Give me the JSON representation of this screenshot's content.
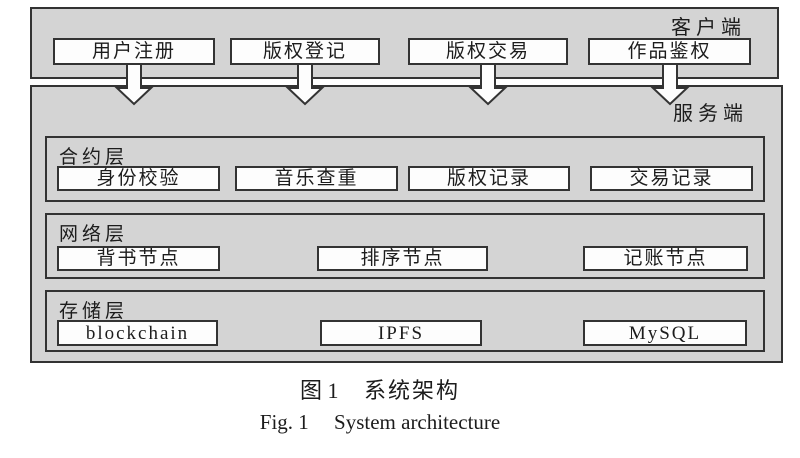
{
  "figure": {
    "client": {
      "label": "客户端",
      "items": [
        {
          "label": "用户注册"
        },
        {
          "label": "版权登记"
        },
        {
          "label": "版权交易"
        },
        {
          "label": "作品鉴权"
        }
      ]
    },
    "server": {
      "label": "服务端",
      "layers": [
        {
          "label": "合约层",
          "items": [
            {
              "label": "身份校验"
            },
            {
              "label": "音乐查重"
            },
            {
              "label": "版权记录"
            },
            {
              "label": "交易记录"
            }
          ]
        },
        {
          "label": "网络层",
          "items": [
            {
              "label": "背书节点"
            },
            {
              "label": "排序节点"
            },
            {
              "label": "记账节点"
            }
          ]
        },
        {
          "label": "存储层",
          "items": [
            {
              "label": "blockchain"
            },
            {
              "label": "IPFS"
            },
            {
              "label": "MySQL"
            }
          ]
        }
      ]
    },
    "arrows": {
      "count": 4,
      "direction": "down"
    },
    "caption": {
      "cn_fig": "图 1",
      "cn_title": "系统架构",
      "en_fig": "Fig. 1",
      "en_title": "System architecture"
    }
  },
  "colors": {
    "panel_fill": "#d4d4d4",
    "box_fill": "#fdfdfd",
    "border": "#333333"
  }
}
